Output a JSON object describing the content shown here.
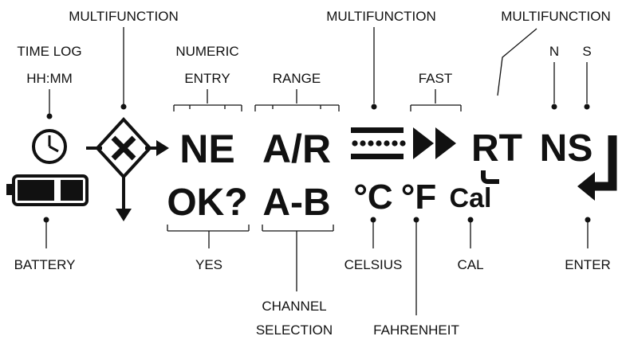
{
  "labels": {
    "multifunction_left": "MULTIFUNCTION",
    "time_log": "TIME LOG",
    "hhmm": "HH:MM",
    "numeric": "NUMERIC",
    "entry": "ENTRY",
    "range": "RANGE",
    "multifunction_center": "MULTIFUNCTION",
    "fast": "FAST",
    "multifunction_right": "MULTIFUNCTION",
    "n": "N",
    "s": "S",
    "battery": "BATTERY",
    "yes": "YES",
    "celsius": "CELSIUS",
    "cal": "CAL",
    "enter": "ENTER",
    "channel": "CHANNEL",
    "selection": "SELECTION",
    "fahrenheit": "FAHRENHEIT"
  },
  "display": {
    "ne": "NE",
    "ar": "A/R",
    "ok": "OK?",
    "ab": "A-B",
    "celsius_symbol": "°C",
    "fahrenheit_symbol": "°F",
    "cal_symbol": "Cal",
    "rt": "RT",
    "ns": "NS"
  }
}
